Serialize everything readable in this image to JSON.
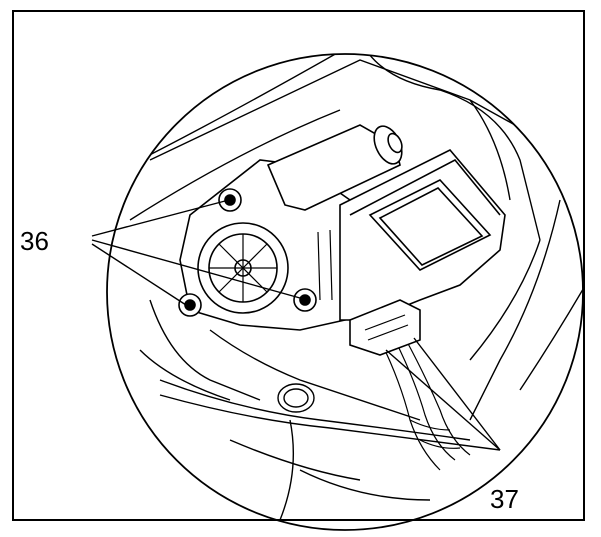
{
  "callouts": {
    "label_36": "36",
    "label_37": "37"
  },
  "colors": {
    "ink": "#000000",
    "paper": "#ffffff"
  },
  "icons": [
    "window-regulator-motor-illustration"
  ]
}
